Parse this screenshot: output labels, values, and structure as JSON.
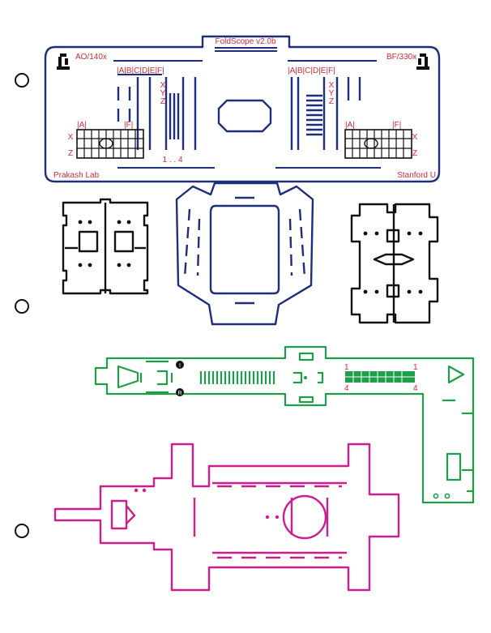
{
  "colors": {
    "navy": "#1f2e7a",
    "black": "#111111",
    "green": "#1f9e4a",
    "magenta": "#cc1e8c",
    "red": "#d42a3a"
  },
  "labels": {
    "tab_title": "FoldScope v2.0b",
    "objective_left": "AO/140x",
    "objective_right": "BF/330x",
    "credit_left": "Prakash Lab",
    "credit_right": "Stanford U",
    "letters_top_left": "|A|B|C|D|E|F|",
    "letters_top_right": "|A|B|C|D|E|F|",
    "grid_left_a": "|A|",
    "grid_left_f": "|F|",
    "grid_right_a": "|A|",
    "grid_right_f": "|F|",
    "xyz_x": "X",
    "xyz_y": "Y",
    "xyz_z": "Z",
    "range": "1 . . 4",
    "green_num_1": "1",
    "green_num_4": "4",
    "green_marker_top": "I",
    "green_marker_bottom": "R"
  },
  "binder_holes": 3,
  "icons": [
    "binder-hole-icon",
    "microscope-icon",
    "lens-hole-icon"
  ]
}
